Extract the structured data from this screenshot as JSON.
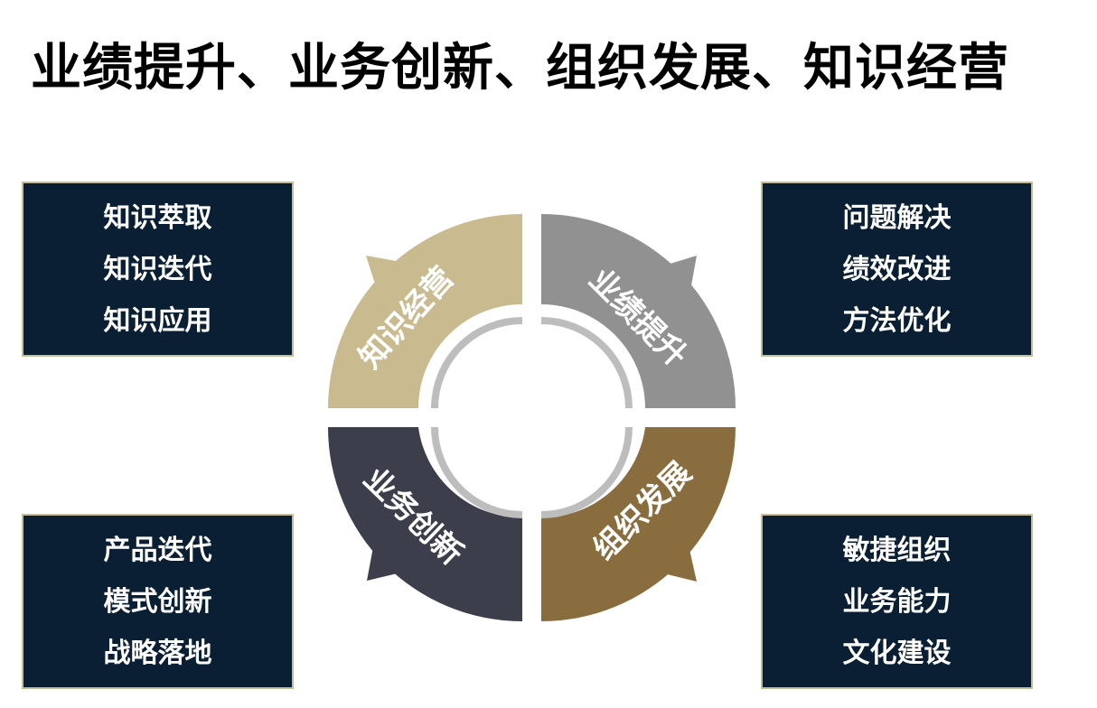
{
  "title": "业绩提升、业务创新、组织发展、知识经营",
  "segments": {
    "top_left": {
      "label": "知识经营",
      "color": "#c9bb8f"
    },
    "top_right": {
      "label": "业绩提升",
      "color": "#919191"
    },
    "bottom_left": {
      "label": "业务创新",
      "color": "#3d3e4c"
    },
    "bottom_right": {
      "label": "组织发展",
      "color": "#8a6d3e"
    }
  },
  "inner_ring_color": "#bdbdbd",
  "boxes": {
    "top_left": {
      "lines": [
        "知识萃取",
        "知识迭代",
        "知识应用"
      ]
    },
    "top_right": {
      "lines": [
        "问题解决",
        "绩效改进",
        "方法优化"
      ]
    },
    "bottom_left": {
      "lines": [
        "产品迭代",
        "模式创新",
        "战略落地"
      ]
    },
    "bottom_right": {
      "lines": [
        "敏捷组织",
        "业务能力",
        "文化建设"
      ]
    }
  },
  "box_color": "#0a1f33",
  "box_border_color": "#c8bc95"
}
